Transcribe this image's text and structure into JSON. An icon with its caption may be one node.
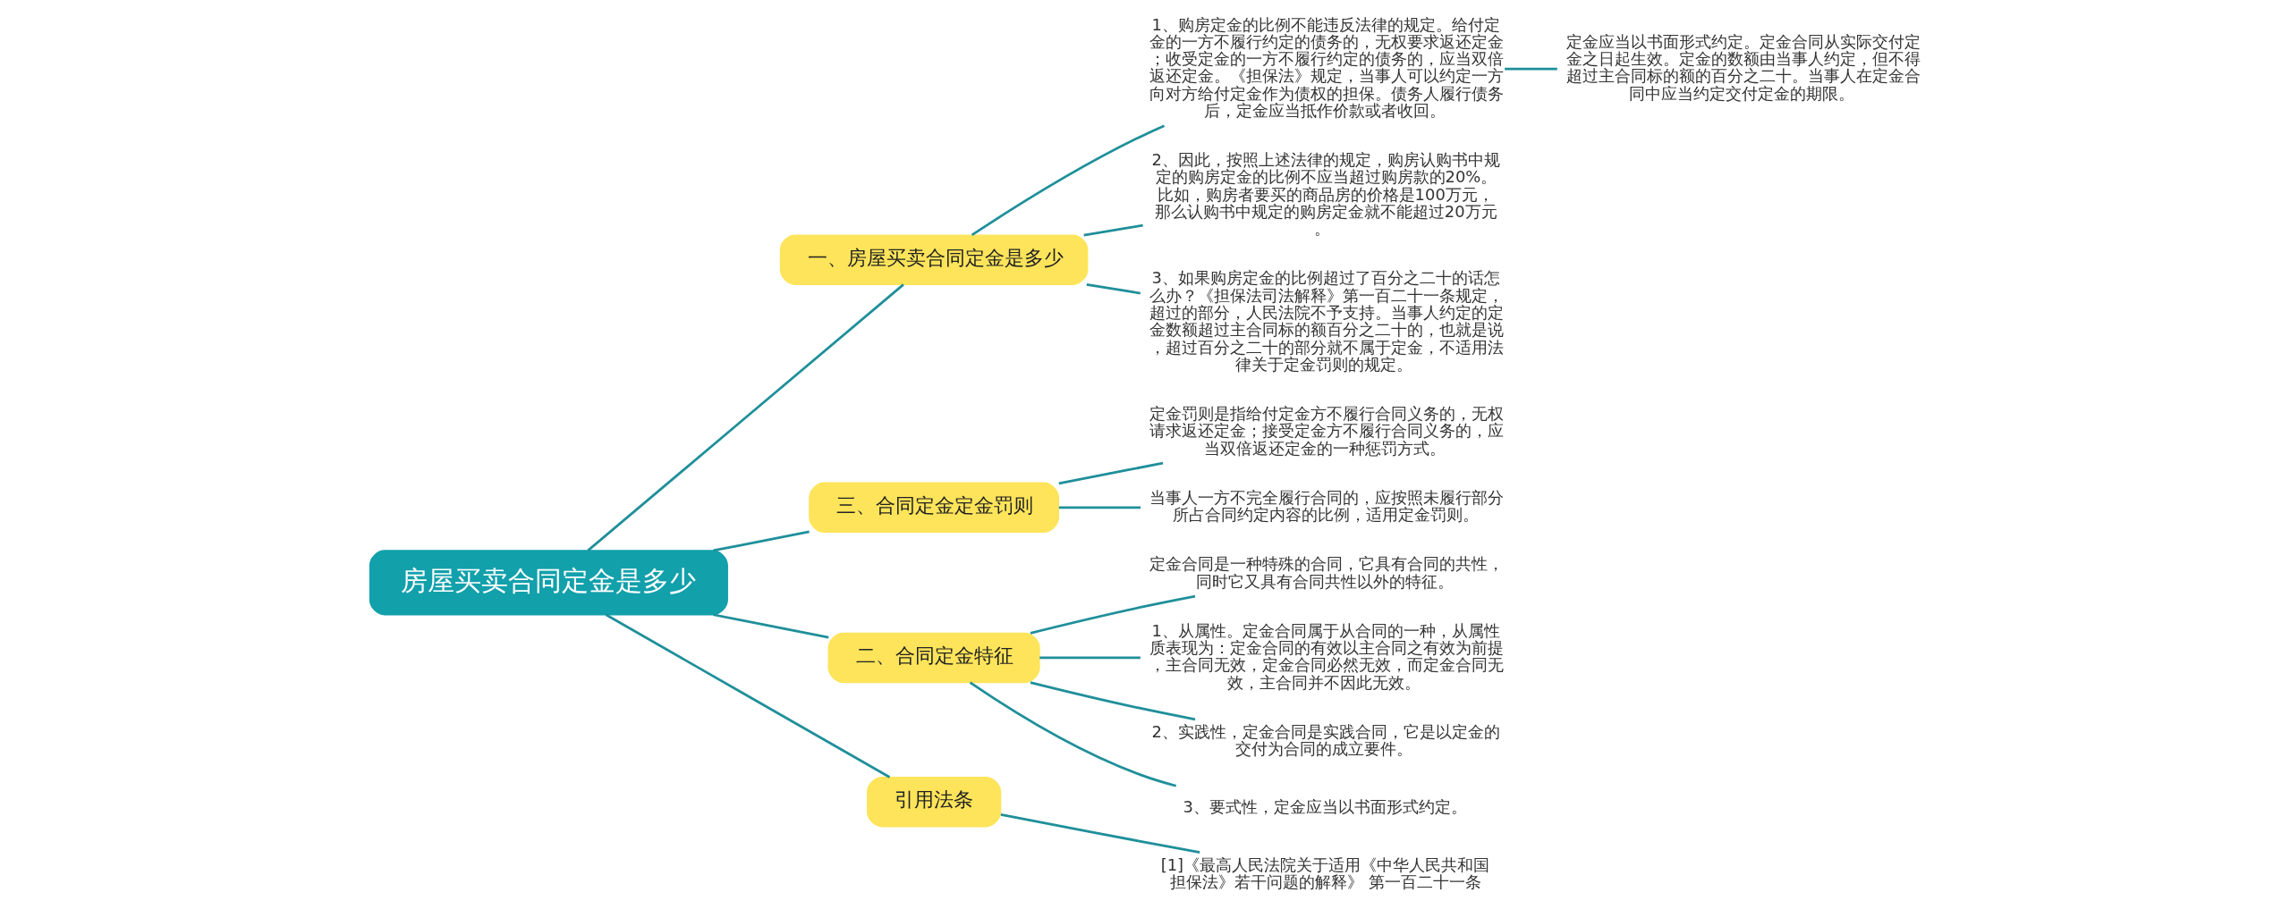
{
  "diagram": {
    "nodes": [
      {
        "text": [
          "房屋买卖合同定金是多少"
        ]
      },
      {
        "text": [
          "一、房屋买卖合同定金是多少"
        ]
      },
      {
        "text": [
          "1、购房定金的比例不能违反法律的规定。给付定金的一方不履行约定的债务的，无权要求返还定金；收受定金的一方不履行约定的债务的，应当双倍返还定金。《担保法》规定，当事人可以约定一方向对方给付定金作为债权的担保。债务人履行债务后，定金应当抵作价款或者收回。"
        ]
      },
      {
        "text": [
          "定金应当以书面形式约定。定金合同从实际交付定金之日起生效。定金的数额由当事人约定，但不得超过主合同标的额的百分之二十。当事人在定金合同中应当约定交付定金的期限。"
        ]
      },
      {
        "text": [
          "2、因此，按照上述法律的规定，购房认购书中规定的购房定金的比例不应当超过购房款的20%。比如，购房者要买的商品房的价格是100万元，那么认购书中规定的购房定金就不能超过20万元。"
        ]
      },
      {
        "text": [
          "3、如果购房定金的比例超过了百分之二十的话怎么办？《担保法司法解释》第一百二十一条规定，超过的部分，人民法院不予支持。当事人约定的定金数额超过主合同标的额百分之二十的，也就是说，超过百分之二十的部分就不属于定金，不适用法律关于定金罚则的规定。"
        ]
      },
      {
        "text": [
          "三、合同定金定金罚则"
        ]
      },
      {
        "text": [
          "定金罚则是指给付定金方不履行合同义务的，无权请求返还定金；接受定金方不履行合同义务的，应当双倍返还定金的一种惩罚方式。"
        ]
      },
      {
        "text": [
          "当事人一方不完全履行合同的，应按照未履行部分所占合同约定内容的比例，适用定金罚则。"
        ]
      },
      {
        "text": [
          "二、合同定金特征"
        ]
      },
      {
        "text": [
          "定金合同是一种特殊的合同，它具有合同的共性，同时它又具有合同共性以外的特征。"
        ]
      },
      {
        "text": [
          "1、从属性。定金合同属于从合同的一种，从属性质表现为：定金合同的有效以主合同之有效为前提，主合同无效，定金合同必然无效，而定金合同无效，主合同并不因此无效。"
        ]
      },
      {
        "text": [
          "2、实践性，定金合同是实践合同，它是以定金的交付为合同的成立要件。"
        ]
      },
      {
        "text": [
          "3、要式性，定金应当以书面形式约定。"
        ]
      },
      {
        "text": [
          "引用法条"
        ]
      },
      {
        "text": [
          "[1]《最高人民法院关于适用《中华人民共和国担保法》若干问题的解释》 第一百二十一条"
        ]
      }
    ],
    "edges": [
      {
        "from": 0,
        "to": 1,
        "arrow": "none"
      },
      {
        "from": 1,
        "to": 2,
        "arrow": "none"
      },
      {
        "from": 2,
        "to": 3,
        "arrow": "none"
      },
      {
        "from": 1,
        "to": 4,
        "arrow": "none"
      },
      {
        "from": 1,
        "to": 5,
        "arrow": "none"
      },
      {
        "from": 0,
        "to": 6,
        "arrow": "none"
      },
      {
        "from": 6,
        "to": 7,
        "arrow": "none"
      },
      {
        "from": 6,
        "to": 8,
        "arrow": "none"
      },
      {
        "from": 0,
        "to": 9,
        "arrow": "none"
      },
      {
        "from": 9,
        "to": 10,
        "arrow": "none"
      },
      {
        "from": 9,
        "to": 11,
        "arrow": "none"
      },
      {
        "from": 9,
        "to": 12,
        "arrow": "none"
      },
      {
        "from": 9,
        "to": 13,
        "arrow": "none"
      },
      {
        "from": 0,
        "to": 14,
        "arrow": "none"
      },
      {
        "from": 14,
        "to": 15,
        "arrow": "none"
      }
    ]
  }
}
